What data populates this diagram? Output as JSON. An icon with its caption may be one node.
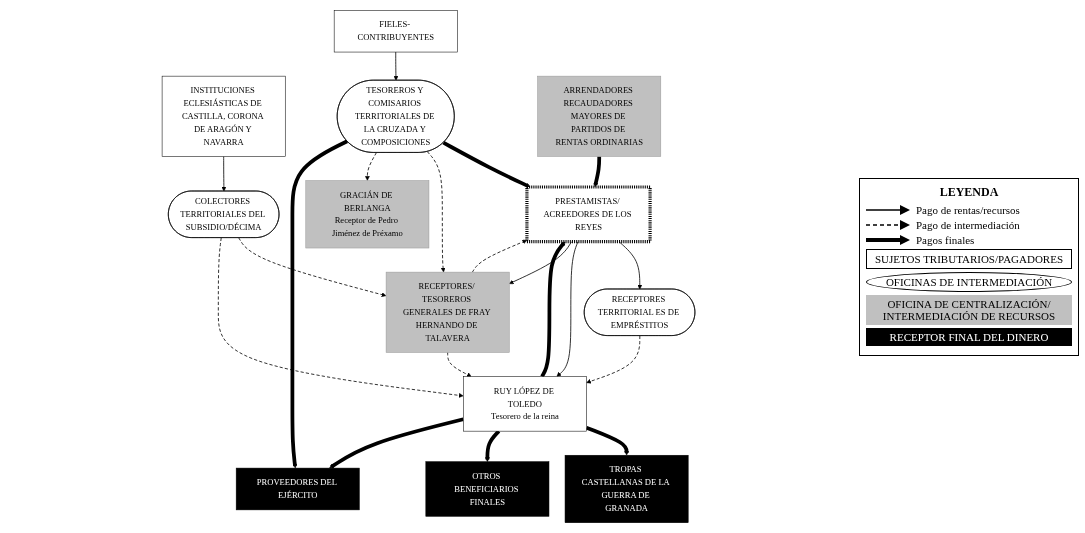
{
  "diagram": {
    "nodes": [
      {
        "text": [
          "PRESTAMISTAS/ ACREEDORES DE LOS REYES"
        ]
      },
      {
        "text": [
          "FIELES- CONTRIBUYENTES"
        ]
      },
      {
        "text": [
          "INSTITUCIONES ECLESIÁSTICAS DE CASTILLA, CORONA DE ARAGÓN Y NAVARRA"
        ]
      },
      {
        "text": [
          "RECEPTORES TERRITORIAL ES DE EMPRÉSTITOS"
        ]
      },
      {
        "text": [
          "TESOREROS Y COMISARIOS TERRITORIALES DE LA CRUZADA Y COMPOSICIONES"
        ]
      },
      {
        "text": [
          "COLECTORES TERRITORIALES DEL SUBSIDIO/DÉCIMA"
        ]
      },
      {
        "text": [
          "ARRENDADORES RECAUDADORES MAYORES DE PARTIDOS DE RENTAS ORDINARIAS"
        ]
      },
      {
        "text": [
          "RECEPTORES/ TESOREROS GENERALES DE FRAY HERNANDO DE TALAVERA"
        ]
      },
      {
        "text": [
          "GRACIÁN DE BERLANGA",
          "Receptor de Pedro Jiménez de Préxamo"
        ]
      },
      {
        "text": [
          "TROPAS CASTELLANAS DE LA GUERRA DE GRANADA"
        ]
      },
      {
        "text": [
          "RUY LÓPEZ DE TOLEDO",
          "Tesorero de la reina"
        ]
      },
      {
        "text": [
          "OTROS BENEFICIARIOS FINALES"
        ]
      },
      {
        "text": [
          "PROVEEDORES DEL EJÉRCITO"
        ]
      }
    ],
    "edges": [
      {
        "from": 1,
        "to": 4,
        "arrow": "to"
      },
      {
        "from": 2,
        "to": 5,
        "arrow": "to"
      },
      {
        "from": 0,
        "to": 3,
        "arrow": "to"
      },
      {
        "from": 6,
        "to": 0,
        "arrow": "to",
        "style": "thick"
      },
      {
        "from": 10,
        "to": 0,
        "arrow": "to",
        "style": "thick"
      },
      {
        "from": 0,
        "to": 10,
        "arrow": "to"
      },
      {
        "from": 0,
        "to": 7,
        "arrow": "to"
      },
      {
        "from": 7,
        "to": 0,
        "arrow": "to",
        "style": "dashed"
      },
      {
        "from": 4,
        "to": 0,
        "arrow": "to",
        "style": "thick"
      },
      {
        "from": 3,
        "to": 10,
        "arrow": "to",
        "style": "dashed"
      },
      {
        "from": 4,
        "to": 7,
        "arrow": "to",
        "style": "dashed"
      },
      {
        "from": 4,
        "to": 8,
        "arrow": "to",
        "style": "dashed"
      },
      {
        "from": 5,
        "to": 7,
        "arrow": "to",
        "style": "dashed"
      },
      {
        "from": 5,
        "to": 10,
        "arrow": "to",
        "style": "dashed"
      },
      {
        "from": 7,
        "to": 10,
        "arrow": "to",
        "style": "dashed"
      },
      {
        "from": 4,
        "to": 12,
        "arrow": "to",
        "style": "thick"
      },
      {
        "from": 10,
        "to": 9,
        "arrow": "to",
        "style": "thick"
      },
      {
        "from": 10,
        "to": 11,
        "arrow": "to",
        "style": "thick"
      },
      {
        "from": 10,
        "to": 12,
        "arrow": "to",
        "style": "thick"
      }
    ],
    "labels": [
      "LEYENDA"
    ],
    "legend": [
      {
        "text": "Pago de rentas/recursos"
      },
      {
        "text": "Pago de intermediación"
      },
      {
        "text": "Pagos finales"
      },
      {
        "text": "SUJETOS TRIBUTARIOS/PAGADORES"
      },
      {
        "text": "OFICINAS DE INTERMEDIACIÓN"
      },
      {
        "text": "OFICINA DE CENTRALIZACIÓN/ INTERMEDIACIÓN DE RECURSOS",
        "color": "#c0c0c0"
      },
      {
        "text": "RECEPTOR FINAL DEL DINERO",
        "color": "#000000"
      }
    ]
  }
}
